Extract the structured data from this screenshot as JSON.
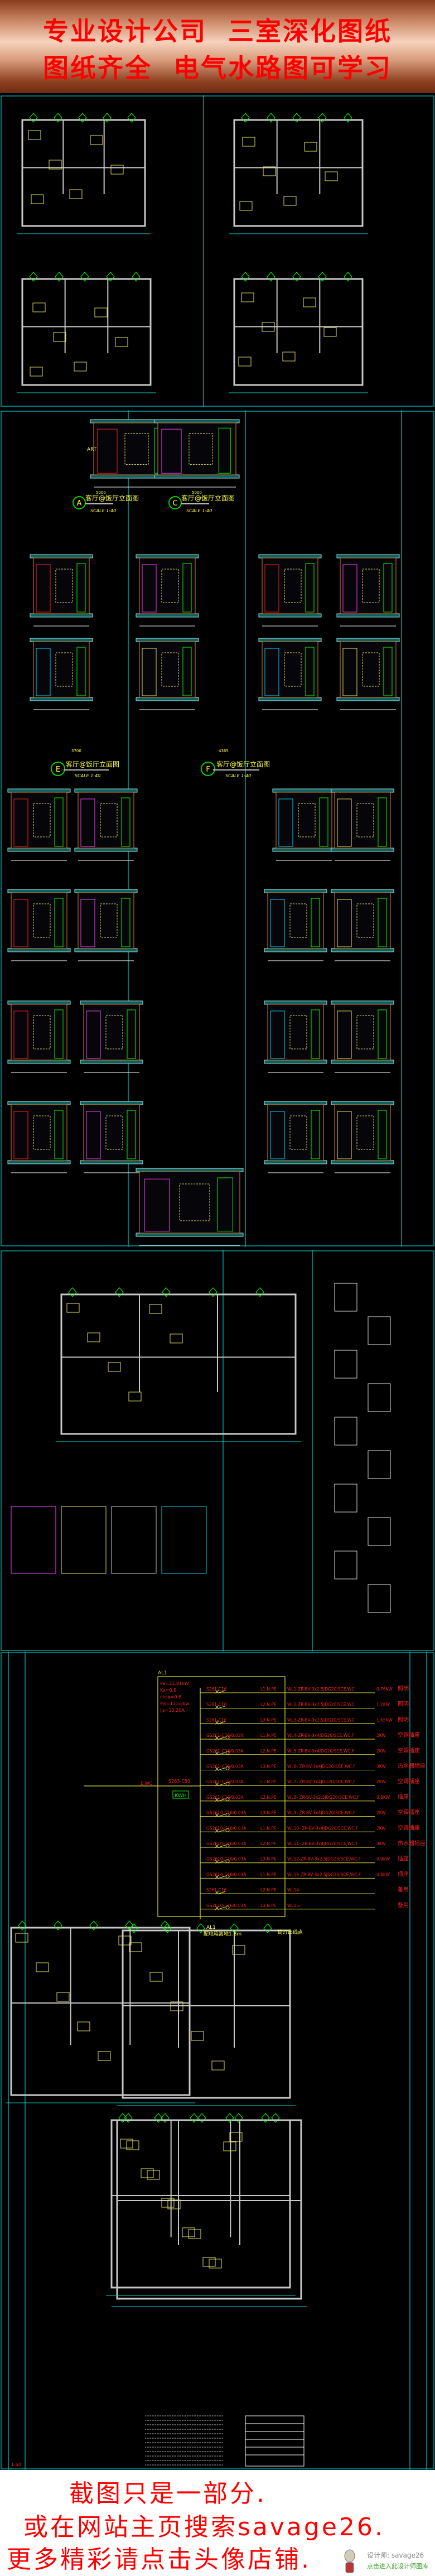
{
  "banner": {
    "line1": "专业设计公司  三室深化图纸",
    "line2": "图纸齐全  电气水路图可学习"
  },
  "elevations": [
    {
      "letter": "A",
      "title": "客厅@饭厅立面图",
      "scale": "SCALE 1:40",
      "total_dim": "5000"
    },
    {
      "letter": "C",
      "title": "客厅@饭厅立面图",
      "scale": "SCALE 1:40",
      "total_dim": "5000"
    },
    {
      "letter": "E",
      "title": "客厅@饭厅立面图",
      "scale": "SCALE 1:40",
      "total_dim": "3700"
    },
    {
      "letter": "F",
      "title": "客厅@饭厅立面图",
      "scale": "SCALE 1:40",
      "total_dim": "4365"
    }
  ],
  "art_label": "ART",
  "panel": {
    "name": "AL1",
    "params": [
      "Pe=21.91kW",
      "Kx=0.8",
      "cosφ=0.8",
      "Pjs=17.53kw",
      "Ijs=33.20A"
    ],
    "main_breaker": "S263-C50",
    "meter": "KWH",
    "incoming": "E,WC",
    "note": "配电箱离地1.8m",
    "note2": "筒灯出线点",
    "circuits": [
      {
        "breaker": "S261-C16",
        "phase": "L1.N.PE",
        "cable": "WL1-ZR-BV-3x2.5JDG20/SCE,WC",
        "load": "0.76KW",
        "use": "照明"
      },
      {
        "breaker": "S261-C16",
        "phase": "L2.N.PE",
        "cable": "WL2-ZR-BV-3x2.5JDG20/SCE,WC",
        "load": "1.2KW",
        "use": "照明"
      },
      {
        "breaker": "S261-C16",
        "phase": "L3.N.PE",
        "cable": "WL3-ZR-BV-3x2.5JDG20/SCE,WC",
        "load": "1.65KW",
        "use": "照明"
      },
      {
        "breaker": "GS261-C16/0.03A",
        "phase": "L1.N.PE",
        "cable": "WL4-ZR-BV-3x4JDG20/SCE,WC,F",
        "load": "2KW",
        "use": "空调插座"
      },
      {
        "breaker": "GS261-C16/0.03A",
        "phase": "L2.N.PE",
        "cable": "WL5-ZR-BV-3x4JDG20/SCE,WC,F",
        "load": "2KW",
        "use": "空调插座"
      },
      {
        "breaker": "GS261-C16/0.03A",
        "phase": "L3.N.PE",
        "cable": "WL6-  ZR-BV-3x4JDG20/SCE,WC,F",
        "load": "3KW",
        "use": "热水器插座"
      },
      {
        "breaker": "GS261-C16/0.03A",
        "phase": "L1.N.PE",
        "cable": "WL7- ZR-BV-3x4JDG20/SCE,WC,F",
        "load": "2KW",
        "use": "空调插座"
      },
      {
        "breaker": "GS261-C16/0.03A",
        "phase": "L2.N.PE",
        "cable": "WL8-  ZR-BV-3x2.5JDG20/SCE,WC,F",
        "load": "0.8KW",
        "use": "插座"
      },
      {
        "breaker": "GS2610-C16/0.03A",
        "phase": "L3.N.PE",
        "cable": "WL9-  ZR-BV-3x4JDG20/SCE,WC,F",
        "load": "2KW",
        "use": "空调插座"
      },
      {
        "breaker": "GS2610-C16/0.03A",
        "phase": "L1.N.PE",
        "cable": "WL10- ZR-BV-3x4JDG20/SCE,WC,F",
        "load": "2KW",
        "use": "空调插座"
      },
      {
        "breaker": "GS2610-C16/0.03A",
        "phase": "L2.N.PE",
        "cable": "WL11-  ZR-BV-3x4JDG20/SCE,WC,F",
        "load": "3KW",
        "use": "热水器插座"
      },
      {
        "breaker": "GS2610-C16/0.03A",
        "phase": "L3.N.PE",
        "cable": "WL12-ZR-BV-3x2.5JDG20/SCE,WC,F",
        "load": "0.9KW",
        "use": "插座"
      },
      {
        "breaker": "GS2610-C16/0.03A",
        "phase": "L1.N.PE",
        "cable": "WL13-ZR-BV-3x2.5JDG20/SCE,WC,F",
        "load": "0.6KW",
        "use": "插座"
      },
      {
        "breaker": "S261-C16",
        "phase": "L2.N.PE",
        "cable": "WL14-",
        "load": "",
        "use": "备用"
      },
      {
        "breaker": "GS2610-C16/0.03A",
        "phase": "L3.N.PE",
        "cable": "WL15-",
        "load": "",
        "use": "备用"
      }
    ]
  },
  "scale_label": "1:50",
  "footer": {
    "line1": "截图只是一部分.",
    "line2": "或在网站主页搜索savage26.",
    "line3": "更多精彩请点击头像店铺.",
    "designer": "设计师: savage26",
    "designer_link": "点击进入此设计师图库"
  },
  "colors": {
    "cad_bg": "#000000",
    "frame": "#00a0a0",
    "wall": "#c8c8c8",
    "furniture": "#e8e060",
    "accent_red": "#ff0000",
    "green": "#00ff00"
  }
}
